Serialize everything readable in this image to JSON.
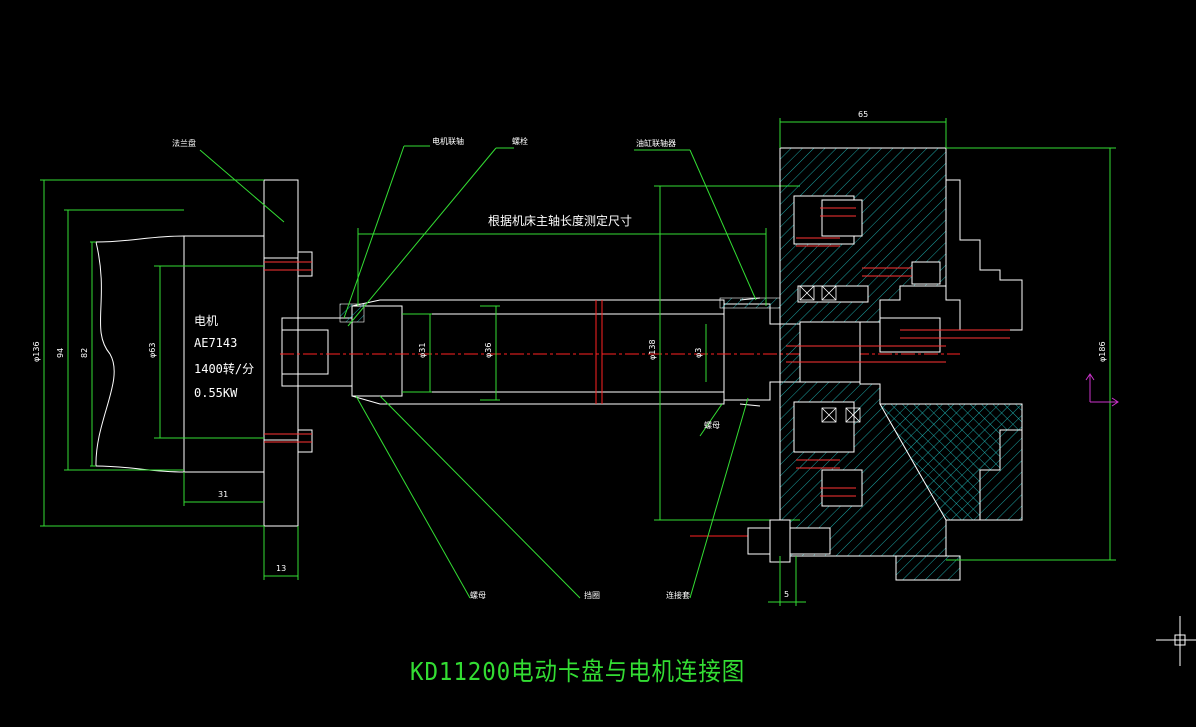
{
  "drawing_title": "KD11200电动卡盘与电机连接图",
  "banner_note": "根据机床主轴长度测定尺寸",
  "motor": {
    "label": "电机",
    "model": "AE7143",
    "speed": "1400转/分",
    "power": "0.55KW"
  },
  "callouts": {
    "flange": "法兰盘",
    "motor_coupling": "电机联轴",
    "bolt": "螺栓",
    "chuck_coupling": "油缸联轴器",
    "nut_left": "螺母",
    "spacer": "挡圈",
    "connector": "连接套",
    "nut_right": "螺母"
  },
  "dimensions": {
    "d1": "φ136",
    "d2": "94",
    "d3": "82",
    "d4": "φ63",
    "len1": "31",
    "len2": "13",
    "d5": "φ31",
    "d6": "φ36",
    "d7": "φ138",
    "d8": "φ3",
    "top": "65",
    "right": "φ186",
    "bottom": "5"
  },
  "colors": {
    "background": "#000000",
    "outline": "#ffffff",
    "dimension": "#33dd33",
    "centerline": "#ff2222",
    "hatch": "#22cccc",
    "ucs": "#cc33cc",
    "title": "#33dd33"
  }
}
